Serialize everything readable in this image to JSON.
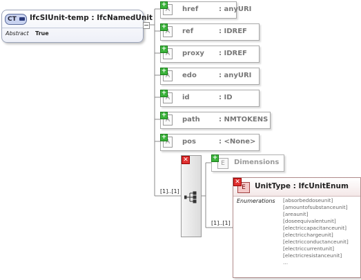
{
  "complex_type": {
    "badge": "CT",
    "title": "IfcSIUnit-temp : IfcNamedUnit",
    "abstract_label": "Abstract",
    "abstract_value": "True"
  },
  "attributes": [
    {
      "icon": "A",
      "name": "href",
      "type": ": anyURI"
    },
    {
      "icon": "A",
      "name": "ref",
      "type": ": IDREF"
    },
    {
      "icon": "A",
      "name": "proxy",
      "type": ": IDREF"
    },
    {
      "icon": "A",
      "name": "edo",
      "type": ": anyURI"
    },
    {
      "icon": "A",
      "name": "id",
      "type": ": ID"
    },
    {
      "icon": "A",
      "name": "path",
      "type": ": NMTOKENS"
    },
    {
      "icon": "A",
      "name": "pos",
      "type": ": <None>"
    }
  ],
  "sequence": {
    "multiplicity": "[1]..[1]"
  },
  "dimensions": {
    "icon": "E",
    "label": "Dimensions"
  },
  "unit_type": {
    "icon": "E",
    "title": "UnitType : IfcUnitEnum",
    "multiplicity": "[1]..[1]",
    "enum_label": "Enumerations",
    "enumerations": [
      "[absorbeddoseunit]",
      "[amountofsubstanceunit]",
      "[areaunit]",
      "[doseequivalentunit]",
      "[electriccapacitanceunit]",
      "[electricchargeunit]",
      "[electricconductanceunit]",
      "[electriccurrentunit]",
      "[electricresistanceunit]",
      "..."
    ]
  }
}
